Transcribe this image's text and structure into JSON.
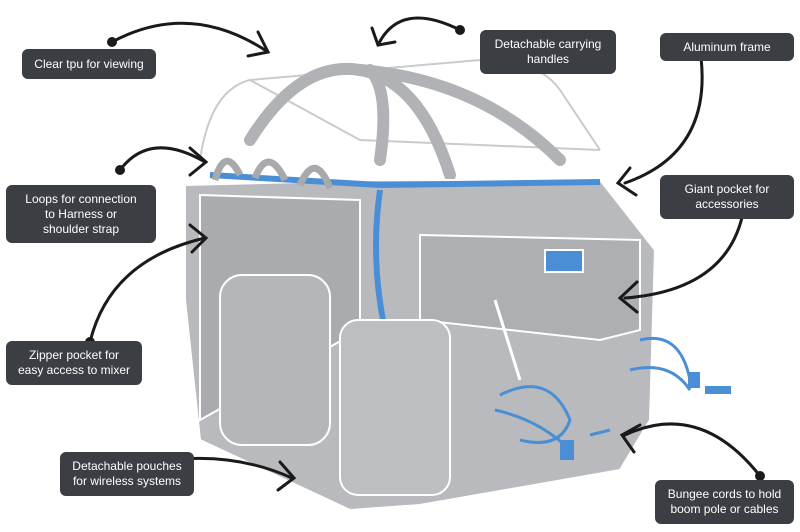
{
  "callouts": {
    "clear_tpu": "Clear tpu for viewing",
    "carrying_handles": "Detachable carrying\nhandles",
    "aluminum_frame": "Aluminum frame",
    "loops": "Loops for connection\nto Harness or\nshoulder strap",
    "giant_pocket": "Giant pocket for\naccessories",
    "zipper_pocket": "Zipper pocket for\neasy access to mixer",
    "detachable_pouches": "Detachable pouches\nfor wireless systems",
    "bungee_cords": "Bungee cords to hold\nboom pole or cables"
  },
  "colors": {
    "bag_body": "#b8babd",
    "bag_outline": "#ffffff",
    "accent_blue": "#4a8fd6",
    "callout_bg": "#3b3e42",
    "arrow": "#1a1a1a"
  }
}
